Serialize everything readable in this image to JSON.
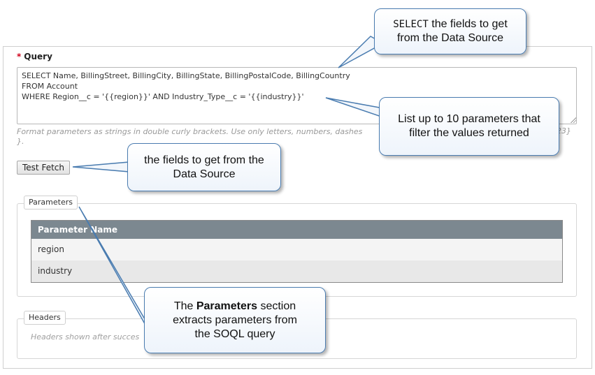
{
  "query": {
    "required_marker": "*",
    "label": "Query",
    "line1": "SELECT Name, BillingStreet, BillingCity, BillingState, BillingPostalCode, BillingCountry",
    "line2": "FROM Account",
    "line3": "WHERE Region__c = '{{region}}' AND Industry_Type__c = '{{industry}}'",
    "help_visible_start": "Format parameters as strings in double curly brackets. Use only letters, numbers, dashes",
    "help_visible_end": "23}",
    "help_line2": "}."
  },
  "test_fetch_label": "Test Fetch",
  "parameters": {
    "legend": "Parameters",
    "column_header": "Parameter Name",
    "rows": [
      "region",
      "industry"
    ]
  },
  "headers": {
    "legend": "Headers",
    "help": "Headers shown after succes"
  },
  "callouts": {
    "select": {
      "mono": "SELECT",
      "rest": " the fields to get",
      "line2": "from the Data Source"
    },
    "where": {
      "line1": "List up to 10 parameters that",
      "line2": "filter the values returned"
    },
    "from": {
      "line1": "the fields to get from the",
      "line2": "Data Source"
    },
    "params": {
      "pre": "The ",
      "bold": "Parameters",
      "post": " section",
      "line2": "extracts parameters from",
      "line3": "the SOQL query"
    }
  },
  "colors": {
    "callout_border": "#4a7cb0",
    "table_header": "#7c8890",
    "required": "#d0021b"
  }
}
